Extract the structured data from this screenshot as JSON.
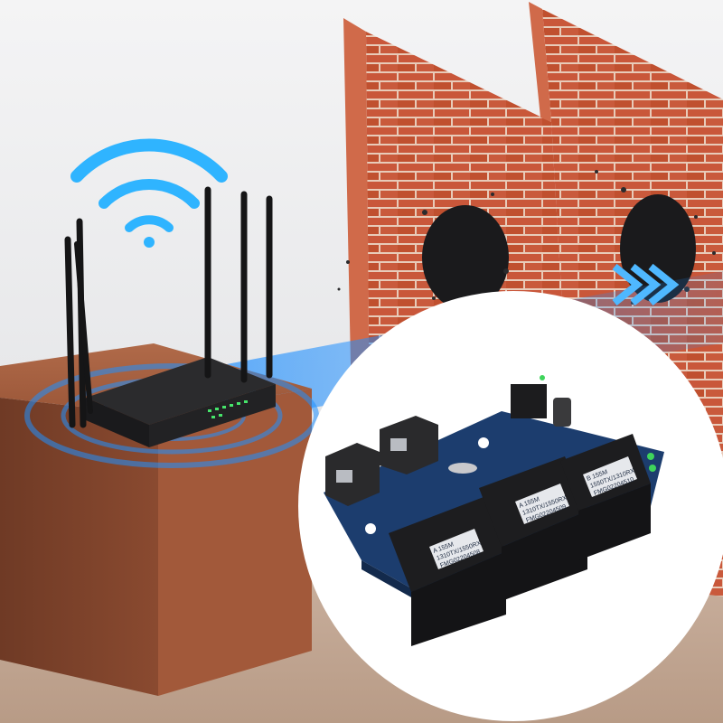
{
  "scene": {
    "modules": [
      {
        "line1": "A 155M",
        "line2": "1310TX/1550RX",
        "line3": "FMG02204508"
      },
      {
        "line1": "A 155M",
        "line2": "1310TX/1550RX",
        "line3": "FMG02204509"
      },
      {
        "line1": "B 155M",
        "line2": "1550TX/1310RX",
        "line3": "FMG02204510"
      }
    ],
    "colors": {
      "wall_brick": "#c9573a",
      "mortar": "#e8cbb9",
      "signal_blue": "#1f8fff",
      "box_brown": "#8a4a30",
      "pcb_blue": "#1c3d6e"
    }
  }
}
